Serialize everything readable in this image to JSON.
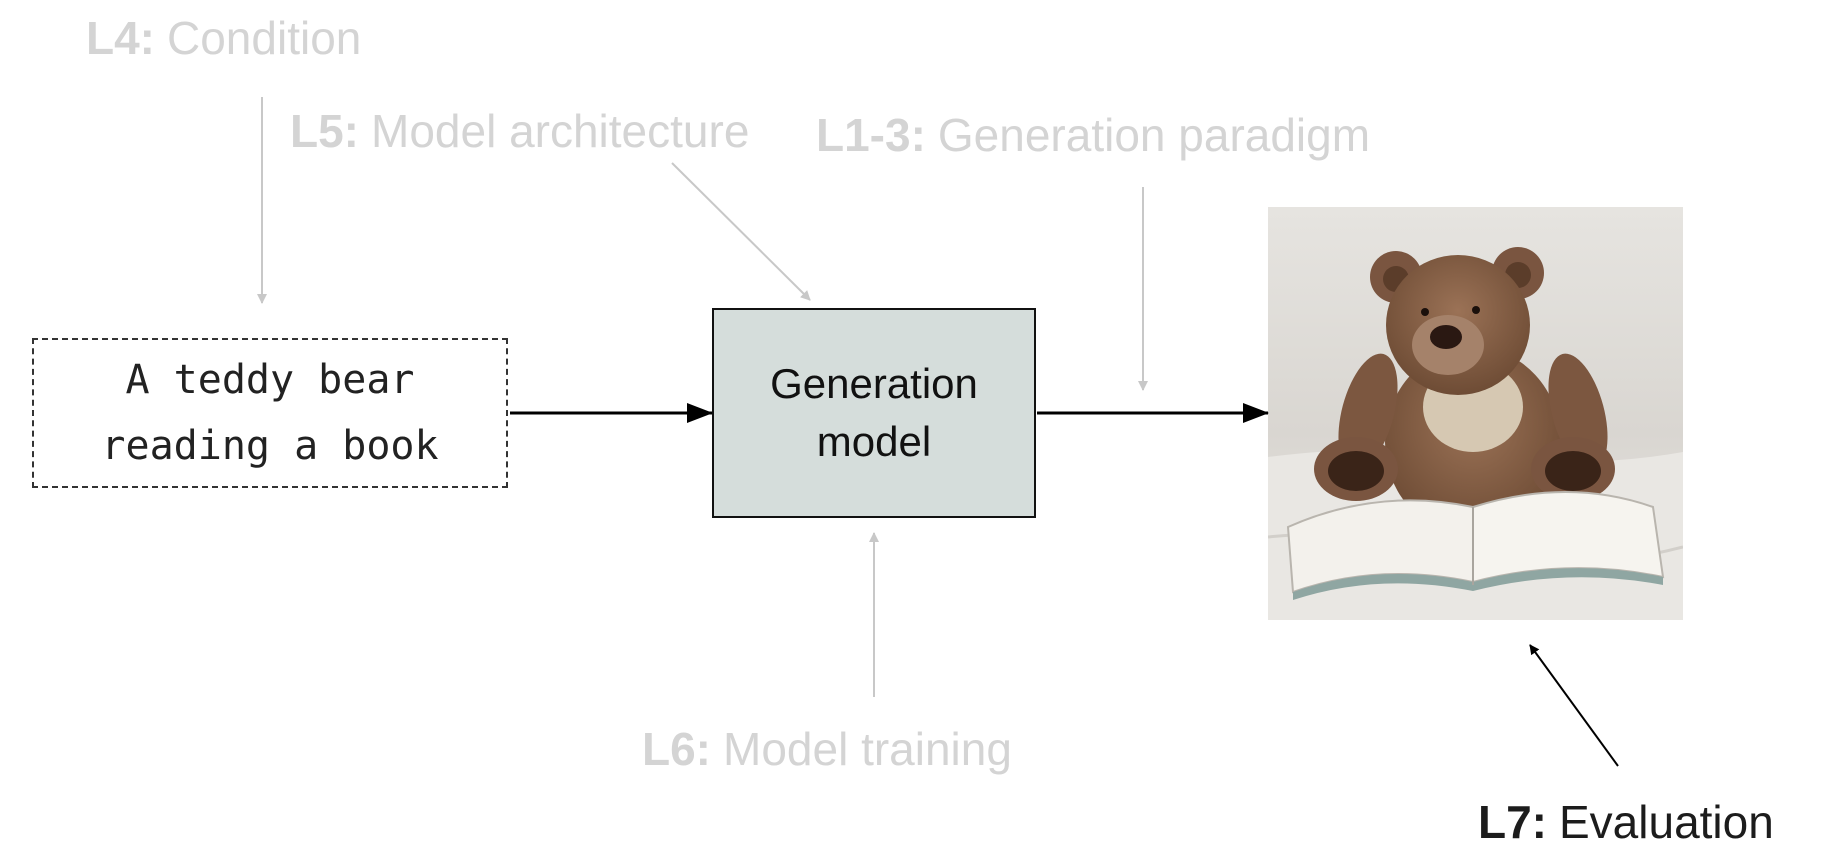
{
  "labels": {
    "l4": {
      "key": "L4:",
      "text": "Condition"
    },
    "l5": {
      "key": "L5:",
      "text": "Model architecture"
    },
    "l13": {
      "key": "L1-3:",
      "text": "Generation paradigm"
    },
    "l6": {
      "key": "L6:",
      "text": "Model training"
    },
    "l7": {
      "key": "L7:",
      "text": "Evaluation"
    }
  },
  "prompt": {
    "line1": "A teddy bear",
    "line2": "reading a book"
  },
  "model": {
    "line1": "Generation",
    "line2": "model"
  },
  "colors": {
    "faded_label": "#d4d4d4",
    "active_label": "#1c1c1c",
    "model_fill": "#d5dddb",
    "faded_arrow": "#c8c8c8",
    "main_arrow": "#000000"
  },
  "output_image": {
    "subject": "teddy-bear-reading-book"
  }
}
